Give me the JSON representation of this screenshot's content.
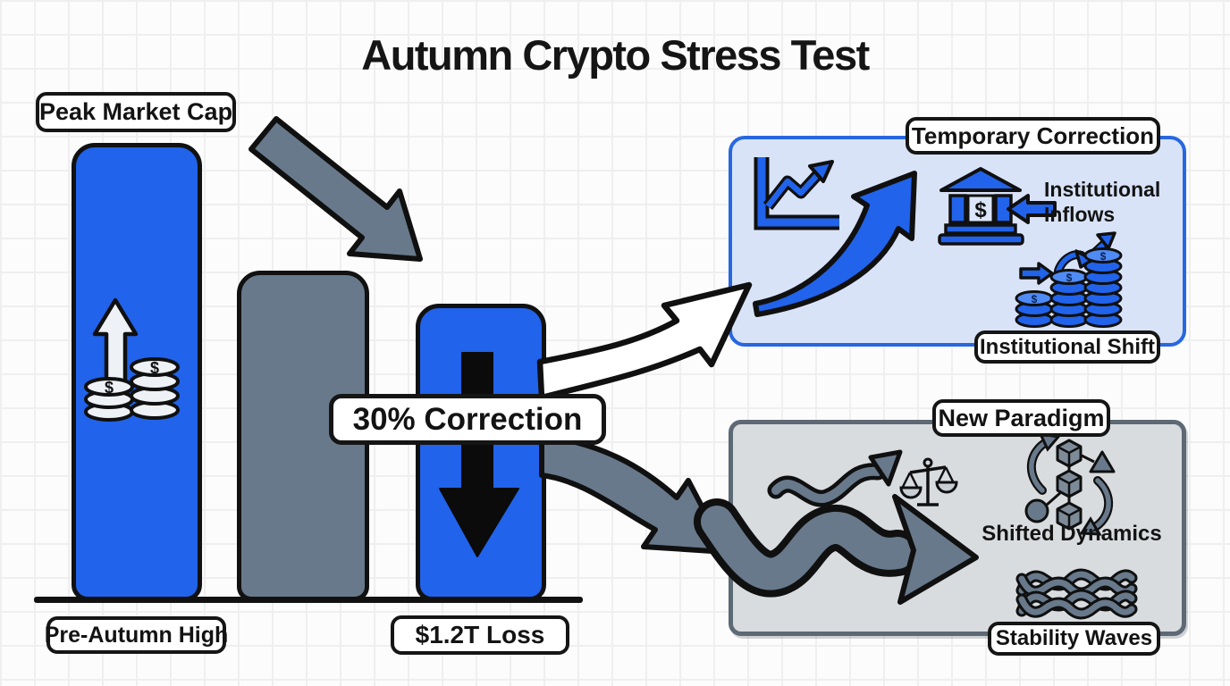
{
  "title": "Autumn Crypto Stress Test",
  "currency_symbol": "$",
  "labels": {
    "peak_market_cap": "Peak Market Cap",
    "pre_autumn_high": "Pre-Autumn High",
    "loss": "$1.2T Loss",
    "correction": "30% Correction",
    "temporary_correction": "Temporary Correction",
    "institutional_inflows": "Institutional Inflows",
    "institutional_shift": "Institutional Shift",
    "new_paradigm": "New Paradigm",
    "shifted_dynamics": "Shifted Dynamics",
    "stability_waves": "Stability Waves"
  },
  "bars": [
    {
      "name": "peak-market-cap",
      "color": "blue",
      "note": "tallest, contains up-arrow and coins icon"
    },
    {
      "name": "mid-decline",
      "color": "gray",
      "note": "middle height, no icon"
    },
    {
      "name": "post-correction",
      "color": "blue",
      "note": "contains black down arrow"
    }
  ],
  "icons": {
    "left_bar": "up-arrow-with-coins-icon",
    "right_bar": "down-arrow-icon",
    "blue_panel": [
      "line-chart-icon",
      "surge-arrow-icon",
      "bank-icon",
      "inflow-arrow-icon",
      "coin-stacks-growth-icon"
    ],
    "gray_panel": [
      "wavy-arrow-icon",
      "scales-icon",
      "network-cubes-icon",
      "stability-waves-icon"
    ],
    "connectors": [
      "decline-arrow",
      "recovery-curved-arrow",
      "decline-branch-arrow",
      "paradigm-wave-arrow"
    ]
  },
  "colors": {
    "blue": "#2163ea",
    "blue_light": "#d9e3f8",
    "blue_border": "#2767e0",
    "slate": "#68798b",
    "panel_gray": "#d9dcdf",
    "panel_gray_border": "#5d6974",
    "ink": "#101010",
    "paper": "#fcfcfc",
    "grid": "#efefef"
  }
}
